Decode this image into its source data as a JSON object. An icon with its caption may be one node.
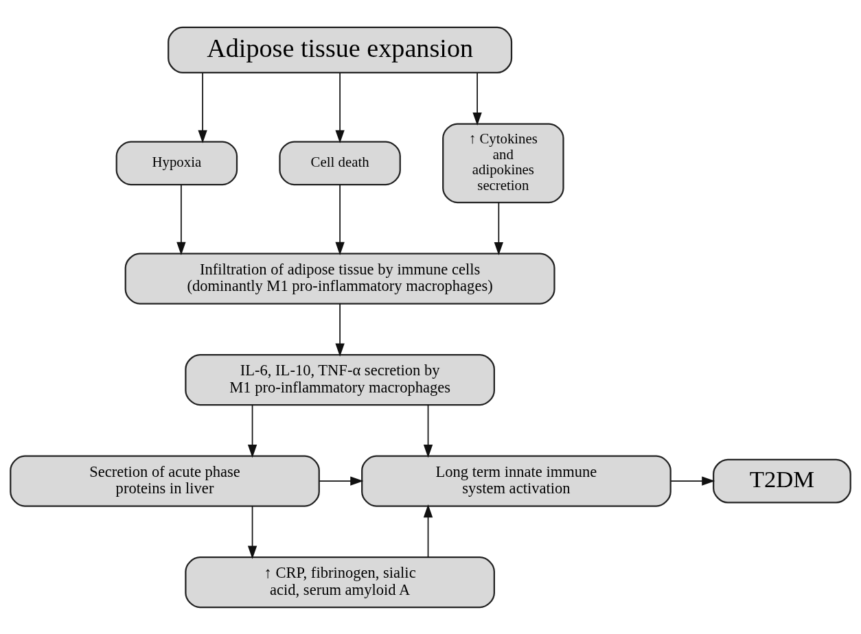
{
  "diagram": {
    "nodes": [
      {
        "text": [
          "Adipose tissue expansion"
        ]
      },
      {
        "text": [
          "Hypoxia"
        ]
      },
      {
        "text": [
          "Cell death"
        ]
      },
      {
        "text": [
          "↑ Cytokines and adipokines secretion"
        ]
      },
      {
        "text": [
          "Infiltration of adipose tissue by immune cells (dominantly M1 pro-inflammatory macrophages)"
        ]
      },
      {
        "text": [
          "IL-6, IL-10, TNF-α secretion by M1 pro-inflammatory macrophages"
        ]
      },
      {
        "text": [
          "Secretion of acute phase proteins in liver"
        ]
      },
      {
        "text": [
          "↑ CRP, fibrinogen, sialic acid, serum amyloid A"
        ]
      },
      {
        "text": [
          "Long term innate immune system activation"
        ]
      },
      {
        "text": [
          "T2DM"
        ]
      }
    ],
    "edges": [
      {
        "from": 0,
        "to": 1,
        "arrow": "to"
      },
      {
        "from": 0,
        "to": 2,
        "arrow": "to"
      },
      {
        "from": 0,
        "to": 3,
        "arrow": "to"
      },
      {
        "from": 1,
        "to": 4,
        "arrow": "to"
      },
      {
        "from": 2,
        "to": 4,
        "arrow": "to"
      },
      {
        "from": 3,
        "to": 4,
        "arrow": "to"
      },
      {
        "from": 4,
        "to": 5,
        "arrow": "to"
      },
      {
        "from": 5,
        "to": 6,
        "arrow": "to"
      },
      {
        "from": 6,
        "to": 7,
        "arrow": "to"
      },
      {
        "from": 5,
        "to": 8,
        "arrow": "to"
      },
      {
        "from": 6,
        "to": 8,
        "arrow": "to"
      },
      {
        "from": 7,
        "to": 8,
        "arrow": "to"
      },
      {
        "from": 8,
        "to": 9,
        "arrow": "to"
      }
    ]
  }
}
